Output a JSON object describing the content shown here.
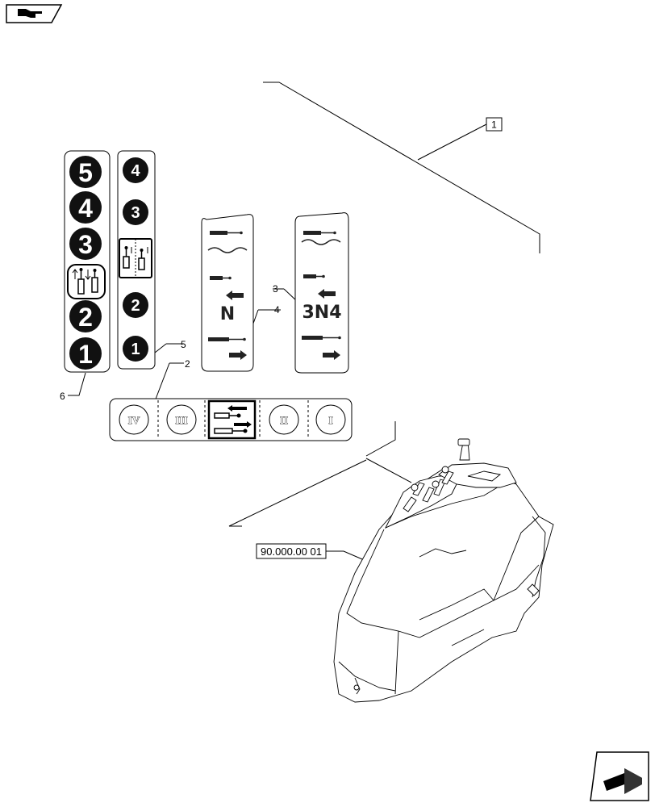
{
  "callouts": {
    "c1": "1",
    "c2": "2",
    "c3": "3",
    "c4": "4",
    "c5": "5",
    "c6": "6"
  },
  "reference": "90.000.00 01",
  "decal_tall_left": {
    "numbers": [
      "5",
      "4",
      "3",
      "2",
      "1"
    ]
  },
  "decal_tall_right": {
    "numbers": [
      "4",
      "3",
      "2",
      "1"
    ]
  },
  "decal_n": {
    "letter": "N"
  },
  "decal_3n4": {
    "letter": "3N4"
  },
  "decal_gear": {
    "numerals": [
      "IV",
      "III",
      "II",
      "I"
    ]
  },
  "icons": {
    "top_left": "book-arrow-icon",
    "bottom_right": "next-page-arrow-icon"
  }
}
